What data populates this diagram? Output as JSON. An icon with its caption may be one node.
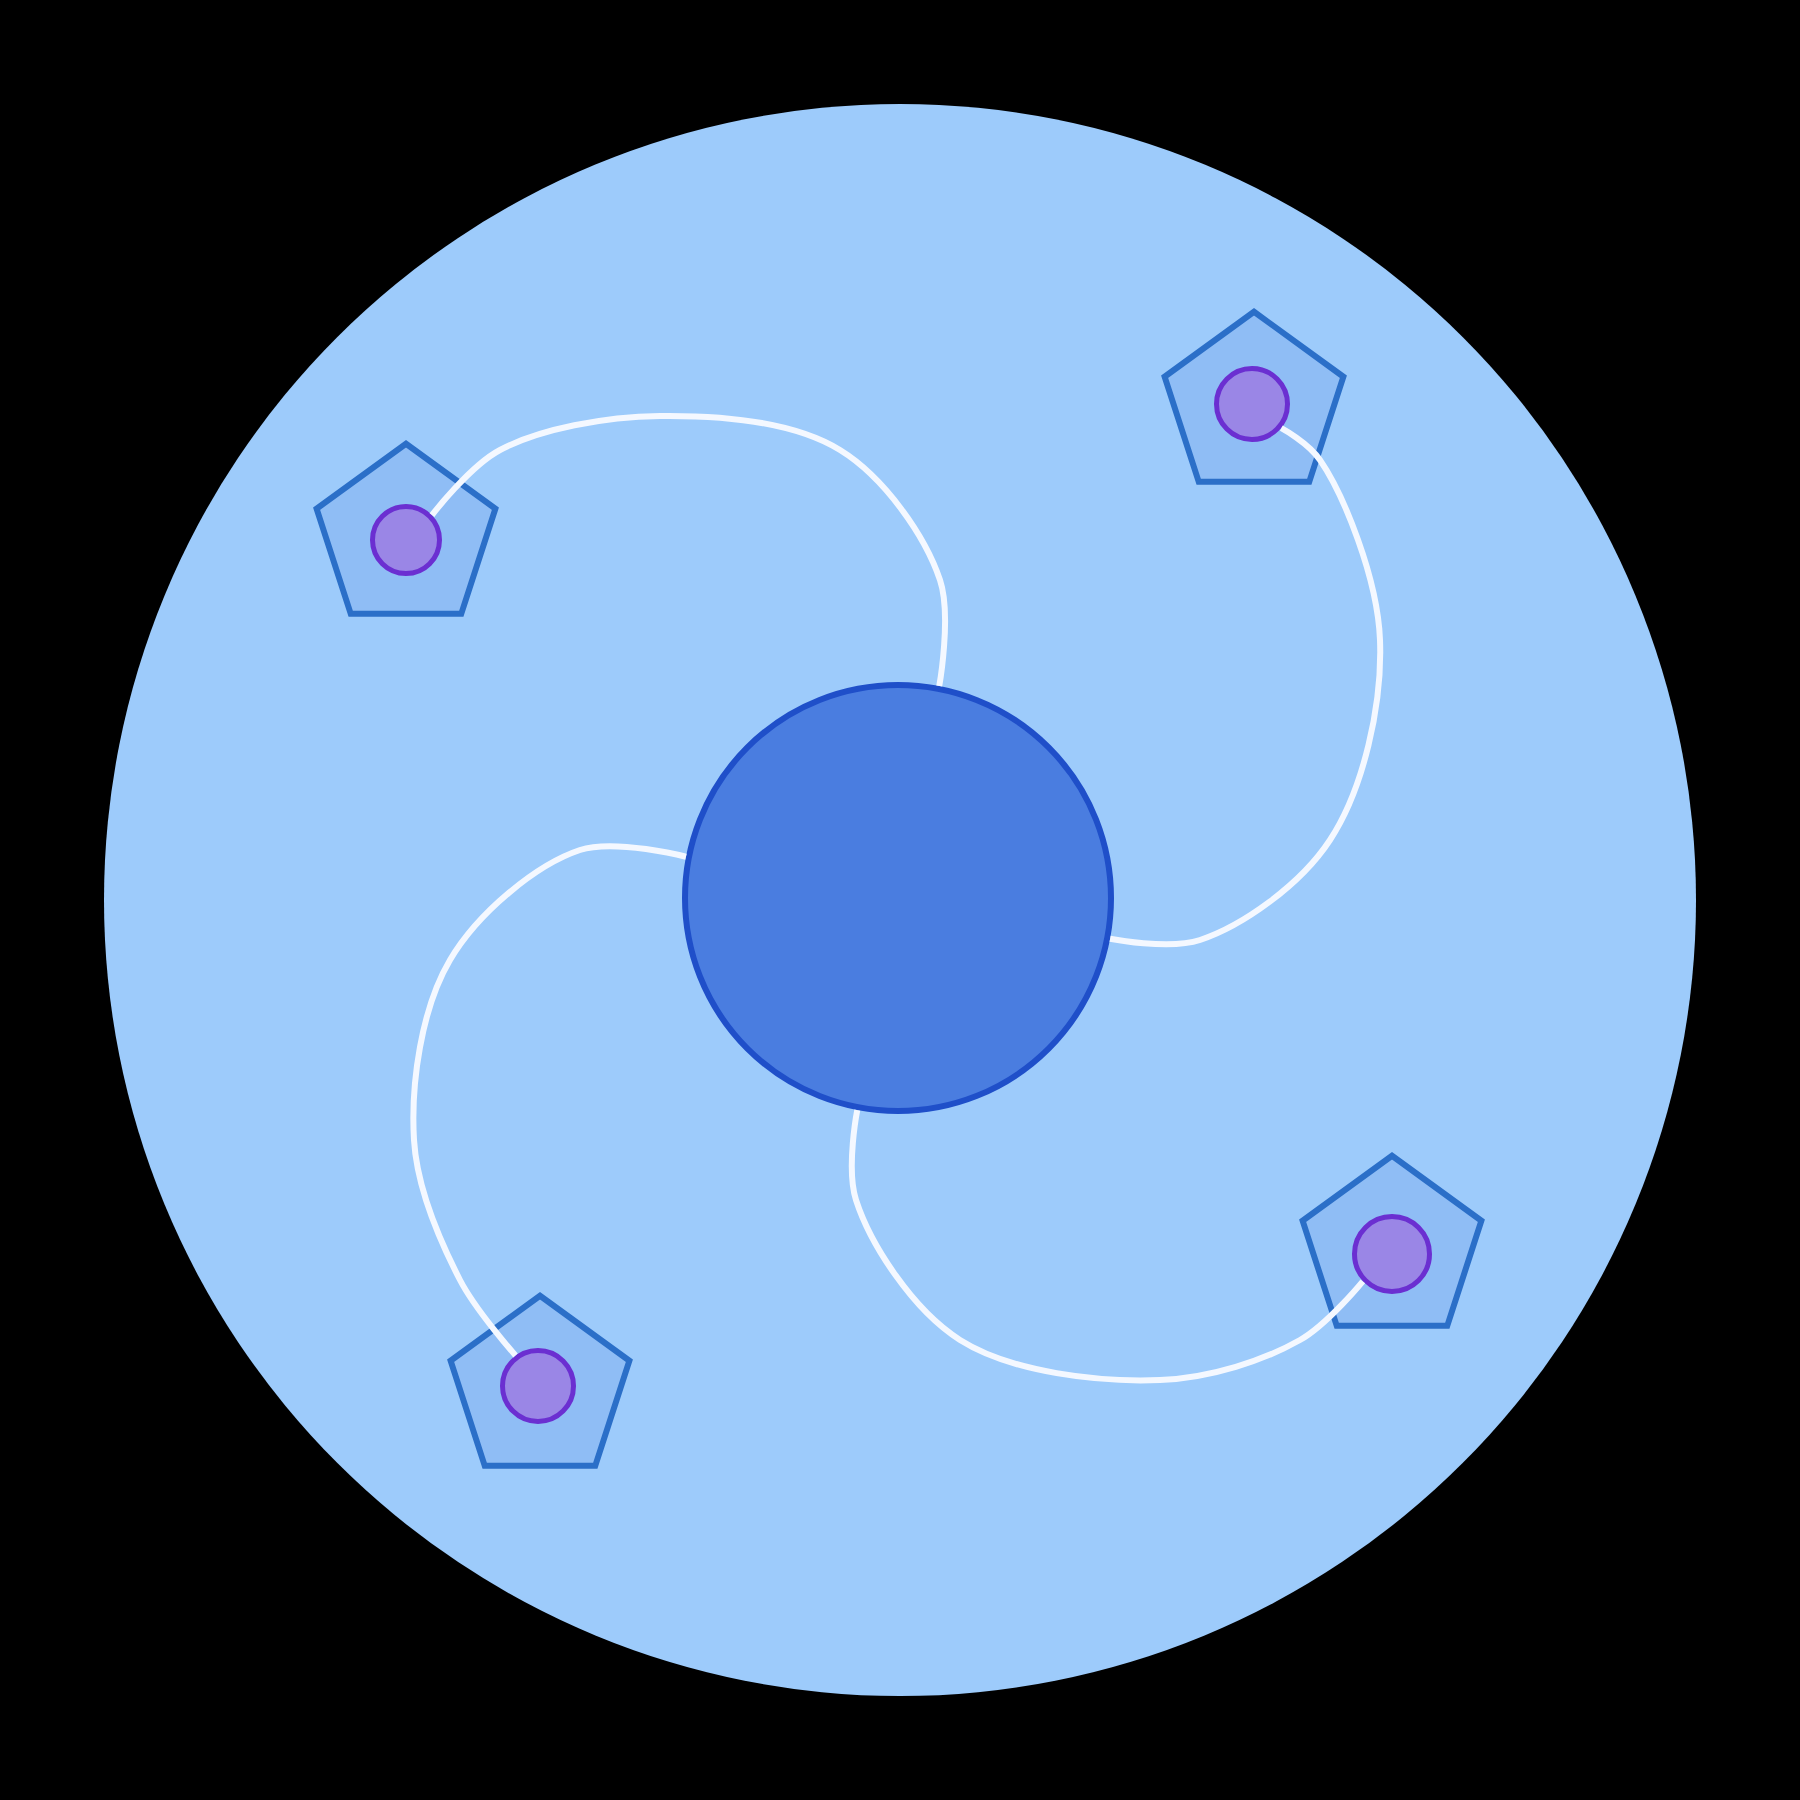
{
  "diagram": {
    "nodes": [
      {
        "text": [],
        "shape": "circle"
      },
      {
        "text": [],
        "shape": "circle",
        "in": 0
      },
      {
        "text": [],
        "shape": "pentagon",
        "in": 0
      },
      {
        "text": [],
        "shape": "circle",
        "in": 2
      },
      {
        "text": [],
        "shape": "pentagon",
        "in": 0
      },
      {
        "text": [],
        "shape": "circle",
        "in": 4
      },
      {
        "text": [],
        "shape": "pentagon",
        "in": 0
      },
      {
        "text": [],
        "shape": "circle",
        "in": 6
      },
      {
        "text": [],
        "shape": "pentagon",
        "in": 0
      },
      {
        "text": [],
        "shape": "circle",
        "in": 8
      }
    ],
    "edges": [
      {
        "from": 3,
        "to": 1,
        "arrow": "none"
      },
      {
        "from": 5,
        "to": 1,
        "arrow": "none"
      },
      {
        "from": 9,
        "to": 1,
        "arrow": "none"
      },
      {
        "from": 7,
        "to": 1,
        "arrow": "none"
      }
    ]
  }
}
